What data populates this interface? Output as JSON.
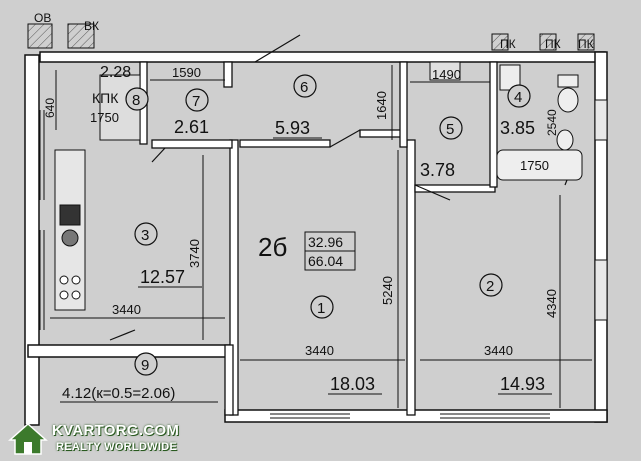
{
  "plan": {
    "section_labels": [
      "ОВ",
      "ВК",
      "ПК",
      "ПК",
      "ПК"
    ],
    "dimensions": [
      "1590",
      "1490",
      "1640",
      "1750",
      "1750",
      "3740",
      "3440",
      "5240",
      "3440",
      "3440",
      "4340",
      "2540",
      "640"
    ],
    "legend_labels": [
      "КПК"
    ],
    "rooms": [
      {
        "number": "1",
        "area": "18.03"
      },
      {
        "number": "2",
        "area": "14.93"
      },
      {
        "number": "3",
        "area": "12.57"
      },
      {
        "number": "4",
        "area": "3.85"
      },
      {
        "number": "5",
        "area": "3.78"
      },
      {
        "number": "6",
        "area": "5.93"
      },
      {
        "number": "7",
        "area": "2.61"
      },
      {
        "number": "8",
        "area": "2.28"
      },
      {
        "number": "9",
        "area": "4.12(к=0.5=2.06)"
      }
    ],
    "apartment": {
      "type": "2б",
      "living_area": "32.96",
      "total_area": "66.04"
    }
  },
  "watermark": {
    "brand": "KVARTORG.COM",
    "tagline": "REALTY WORLDWIDE"
  },
  "colors": {
    "paper": "#cfcfcf",
    "ink": "#111111",
    "wall": "#ffffff",
    "logo_green": "#3c7a2c"
  }
}
